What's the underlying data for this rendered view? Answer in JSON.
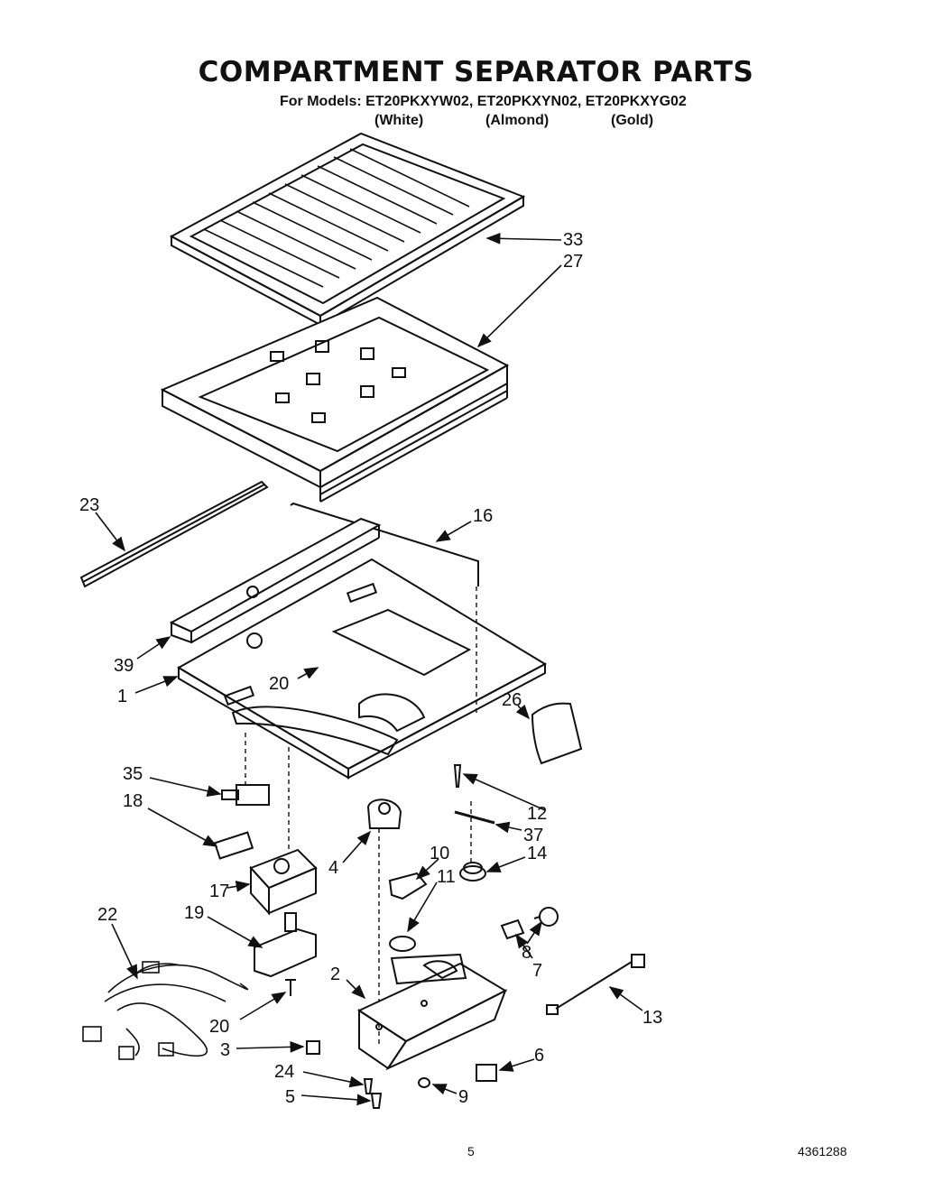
{
  "header": {
    "title": "COMPARTMENT SEPARATOR PARTS",
    "models_line": "For Models: ET20PKXYW02, ET20PKXYN02, ET20PKXYG02",
    "variants": [
      "(White)",
      "(Almond)",
      "(Gold)"
    ]
  },
  "callouts": {
    "p33": "33",
    "p27": "27",
    "p23": "23",
    "p16": "16",
    "p39": "39",
    "p1": "1",
    "p20a": "20",
    "p26": "26",
    "p35": "35",
    "p18": "18",
    "p12": "12",
    "p37": "37",
    "p4": "4",
    "p10": "10",
    "p14": "14",
    "p11": "11",
    "p17": "17",
    "p22": "22",
    "p19": "19",
    "p8": "8",
    "p2": "2",
    "p7": "7",
    "p13": "13",
    "p20b": "20",
    "p3": "3",
    "p6": "6",
    "p24": "24",
    "p5": "5",
    "p9": "9"
  },
  "footer": {
    "page_number": "5",
    "doc_number": "4361288"
  }
}
